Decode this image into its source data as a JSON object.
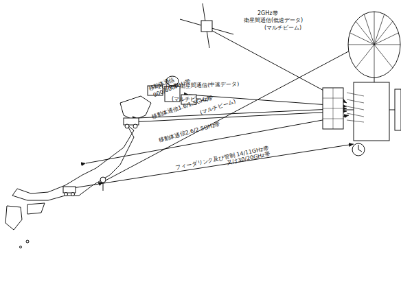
{
  "diagram": {
    "labels": [
      "2GHz帯",
      "衛星間通信(低速データ)",
      "(マルチビーム)",
      "2GHz帯 衛星間通信(中速データ)",
      "(マルチビーム)",
      "移動体通信",
      "900/800MHz帯",
      "移動体通信1.6/1.5GHz帯",
      "(マルチビーム)",
      "移動体通信2.6/2.5GHz帯",
      "フィーダリンク及び管制 14/11GHz帯",
      "又は30/20GHz帯"
    ]
  }
}
